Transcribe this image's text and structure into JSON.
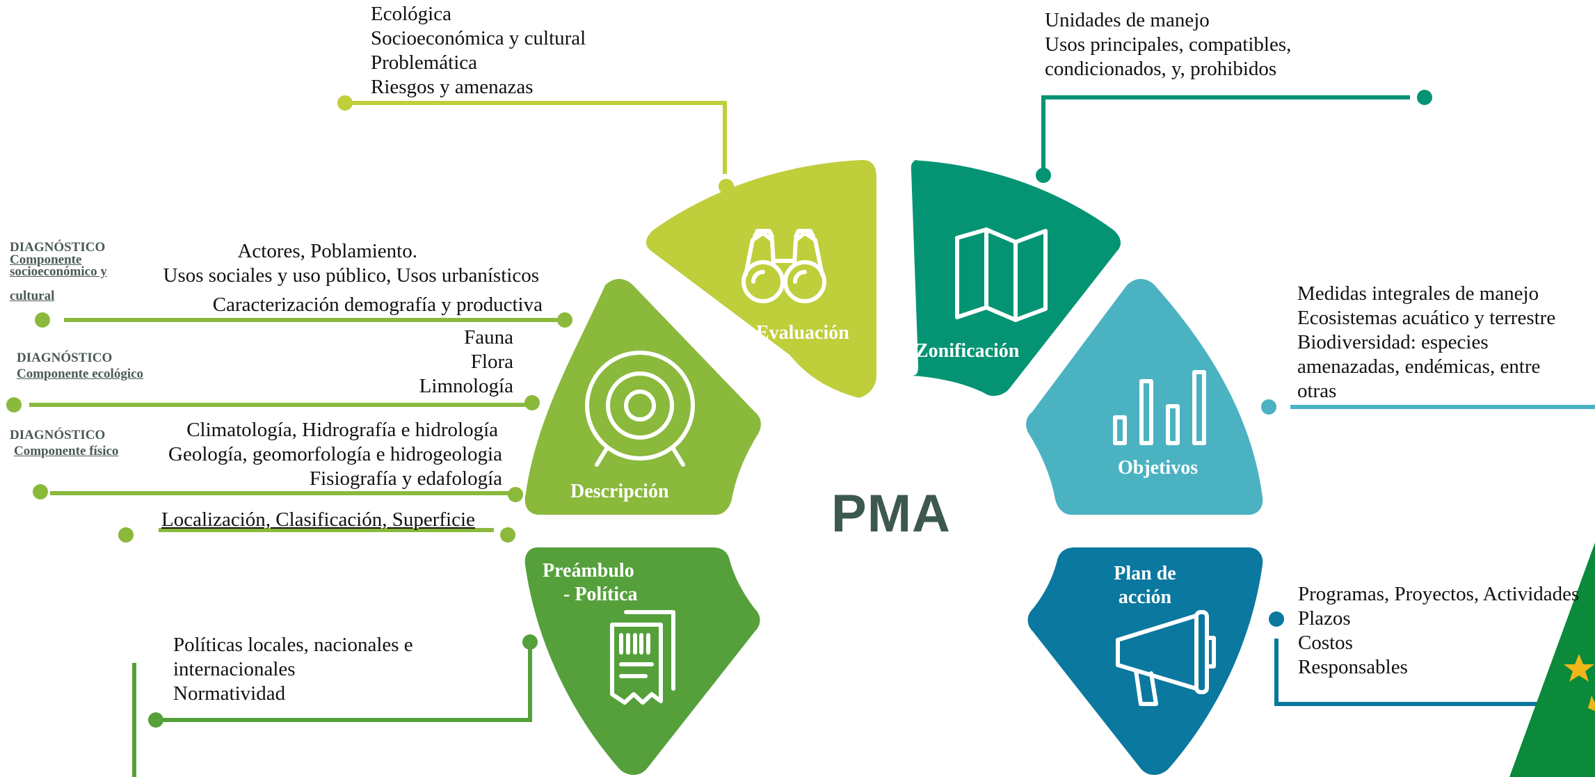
{
  "center_title": "PMA",
  "segments": {
    "evaluacion": {
      "label": "Evaluación",
      "icon": "binoculars-icon",
      "color": "#bfce3b"
    },
    "zonificacion": {
      "label": "Zonificación",
      "icon": "map-icon",
      "color": "#059473"
    },
    "objetivos": {
      "label": "Objetivos",
      "icon": "bar-chart-icon",
      "color": "#4bb2c2"
    },
    "plan": {
      "label_line1": "Plan de",
      "label_line2": "acción",
      "icon": "megaphone-icon",
      "color": "#0b789f"
    },
    "preambulo": {
      "label_line1": "Preámbulo",
      "label_line2": "- Política",
      "icon": "document-icon",
      "color": "#55a03b"
    },
    "descripcion": {
      "label": "Descripción",
      "icon": "target-icon",
      "color": "#8ab93c"
    }
  },
  "evaluacion_items": [
    "Ecológica",
    "Socioeconómica y cultural",
    "Problemática",
    "Riesgos y amenazas"
  ],
  "zonificacion_items": [
    "Unidades de manejo",
    "Usos principales, compatibles,",
    "condicionados, y, prohibidos"
  ],
  "objetivos_items": [
    "Medidas integrales de manejo",
    "Ecosistemas acuático y terrestre",
    "Biodiversidad: especies",
    "amenazadas, endémicas, entre",
    "otras"
  ],
  "plan_items": [
    "Programas, Proyectos, Actividades",
    "Plazos",
    "Costos",
    "Responsables"
  ],
  "preambulo_items": [
    "Políticas locales, nacionales e",
    "internacionales",
    "Normatividad"
  ],
  "descripcion": {
    "socio": {
      "diag_title": "DIAGNÓSTICO",
      "diag_sub_1": "Componente",
      "diag_sub_2": "socioeconómico y",
      "diag_sub_3": "cultural",
      "items": [
        "Actores, Poblamiento.",
        "Usos sociales y uso público, Usos urbanísticos",
        "Caracterización demografía y productiva"
      ]
    },
    "eco": {
      "diag_title": "DIAGNÓSTICO",
      "diag_sub": "Componente ecológico",
      "items": [
        "Fauna",
        "Flora",
        "Limnología"
      ]
    },
    "fisico": {
      "diag_title": "DIAGNÓSTICO",
      "diag_sub": "Componente físico",
      "items": [
        "Climatología, Hidrografía e hidrología",
        "Geología, geomorfología e hidrogeologia",
        "Fisiografía y edafología"
      ]
    },
    "localizacion": "Localización, Clasificación, Superficie"
  }
}
